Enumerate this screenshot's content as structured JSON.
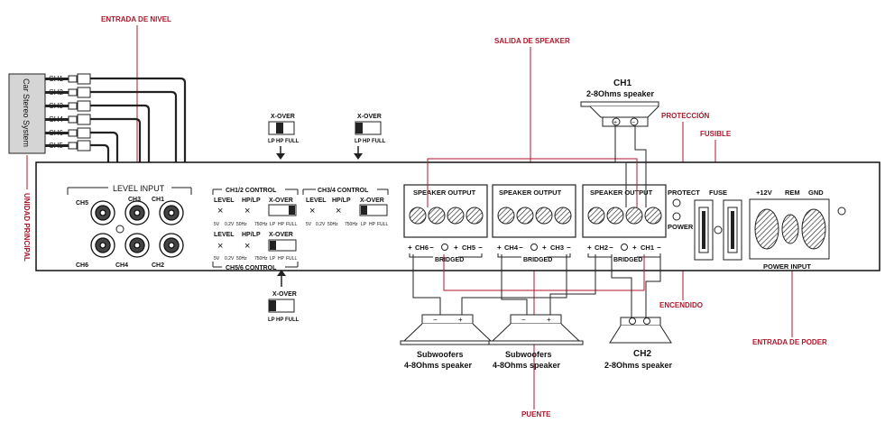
{
  "annotations": {
    "entrada_nivel": "ENTRADA DE NIVEL",
    "salida_speaker": "SALIDA DE SPEAKER",
    "proteccion": "PROTECCIÓN",
    "fusible": "FUSIBLE",
    "encendido": "ENCENDIDO",
    "entrada_poder": "ENTRADA DE PODER",
    "puente": "PUENTE",
    "unidad_principal": "UNIDAD PRINCIPAL"
  },
  "head_unit": {
    "label": "Car Stereo System",
    "channels": [
      "CH1",
      "CH2",
      "CH3",
      "CH4",
      "CH6",
      "CH5"
    ]
  },
  "level_input": {
    "title": "LEVEL INPUT",
    "top_labels": [
      "CH5",
      "CH3",
      "CH1"
    ],
    "bottom_labels": [
      "CH6",
      "CH4",
      "CH2"
    ]
  },
  "xover": {
    "title": "X-OVER",
    "opts": [
      "LP",
      "HP",
      "FULL"
    ]
  },
  "controls": {
    "ch12": "CH1/2 CONTROL",
    "ch34": "CH3/4 CONTROL",
    "ch56": "CH5/6 CONTROL",
    "level": "LEVEL",
    "hplp": "HP/LP",
    "xover": "X-OVER",
    "v5": "5V",
    "v02": "0.2V",
    "hz50": "50Hz",
    "hz750": "750Hz",
    "lp": "LP",
    "hp": "HP",
    "full": "FULL"
  },
  "speaker_output": {
    "title": "SPEAKER OUTPUT",
    "bridged": "BRIDGED",
    "groups": [
      {
        "left": "CH6",
        "right": "CH5"
      },
      {
        "left": "CH4",
        "right": "CH3"
      },
      {
        "left": "CH2",
        "right": "CH1"
      }
    ]
  },
  "status": {
    "protect": "PROTECT",
    "power": "POWER",
    "fuse": "FUSE"
  },
  "power_input": {
    "title": "POWER INPUT",
    "v12": "+12V",
    "rem": "REM",
    "gnd": "GND"
  },
  "speakers": {
    "ch1_title": "CH1",
    "ch1_sub": "2-8Ohms speaker",
    "ch2_title": "CH2",
    "ch2_sub": "2-8Ohms speaker",
    "sub_title": "Subwoofers",
    "sub_sub": "4-8Ohms speaker"
  }
}
